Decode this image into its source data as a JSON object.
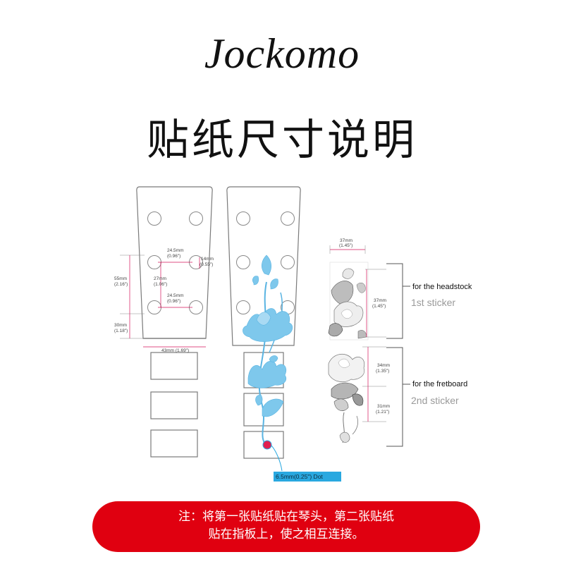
{
  "brand": "Jockomo",
  "title": "贴纸尺寸说明",
  "dimensions": {
    "hole_spacing_h_1": "24.5mm",
    "hole_spacing_h_1_in": "(0.96\")",
    "hole_to_edge": "14mm",
    "hole_to_edge_in": "(0.55\")",
    "hole_spacing_v": "27mm",
    "hole_spacing_v_in": "(1.06\")",
    "hole_spacing_h_2": "24.5mm",
    "hole_spacing_h_2_in": "(0.96\")",
    "headstock_upper": "55mm",
    "headstock_upper_in": "(2.16\")",
    "headstock_lower": "30mm",
    "headstock_lower_in": "(1.18\")",
    "nut_width": "43mm (1.69\")",
    "sticker_width": "37mm",
    "sticker_width_in": "(1.45\")",
    "sticker1_height": "37mm",
    "sticker1_height_in": "(1.45\")",
    "sticker2_upper": "34mm",
    "sticker2_upper_in": "(1.35\")",
    "sticker2_lower": "31mm",
    "sticker2_lower_in": "(1.21\")",
    "dot": "6.5mm(0.25\") Dot"
  },
  "labels": {
    "headstock_en": "for the headstock",
    "headstock_cn": "1st sticker",
    "fretboard_en": "for the fretboard",
    "fretboard_cn": "2nd sticker"
  },
  "note": {
    "line1": "注：将第一张贴纸贴在琴头，第二张贴纸",
    "line2": "贴在指板上，使之相互连接。"
  },
  "colors": {
    "accent_red": "#e00010",
    "dimension_pink": "#d4145a",
    "lotus_blue": "#7ec8ec",
    "dot_blue": "#29a8e0"
  }
}
